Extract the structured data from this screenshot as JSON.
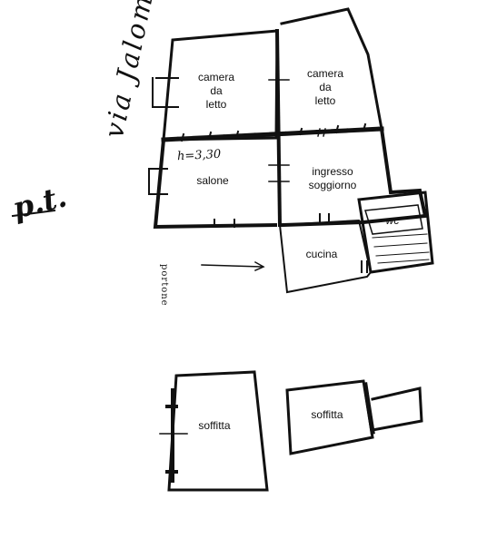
{
  "rooms": {
    "camera_left": "camera\nda\nletto",
    "camera_right": "camera\nda\nletto",
    "salone": "salone",
    "ingresso": "ingresso\nsoggiorno",
    "wc": "wc",
    "cucina": "cucina",
    "soffitta_left": "soffitta",
    "soffitta_right": "soffitta"
  },
  "annotations": {
    "street": "via Jalomeno",
    "entrance": "portone",
    "floor_mark": "p.t.",
    "ceiling_height": "h=3,30"
  }
}
